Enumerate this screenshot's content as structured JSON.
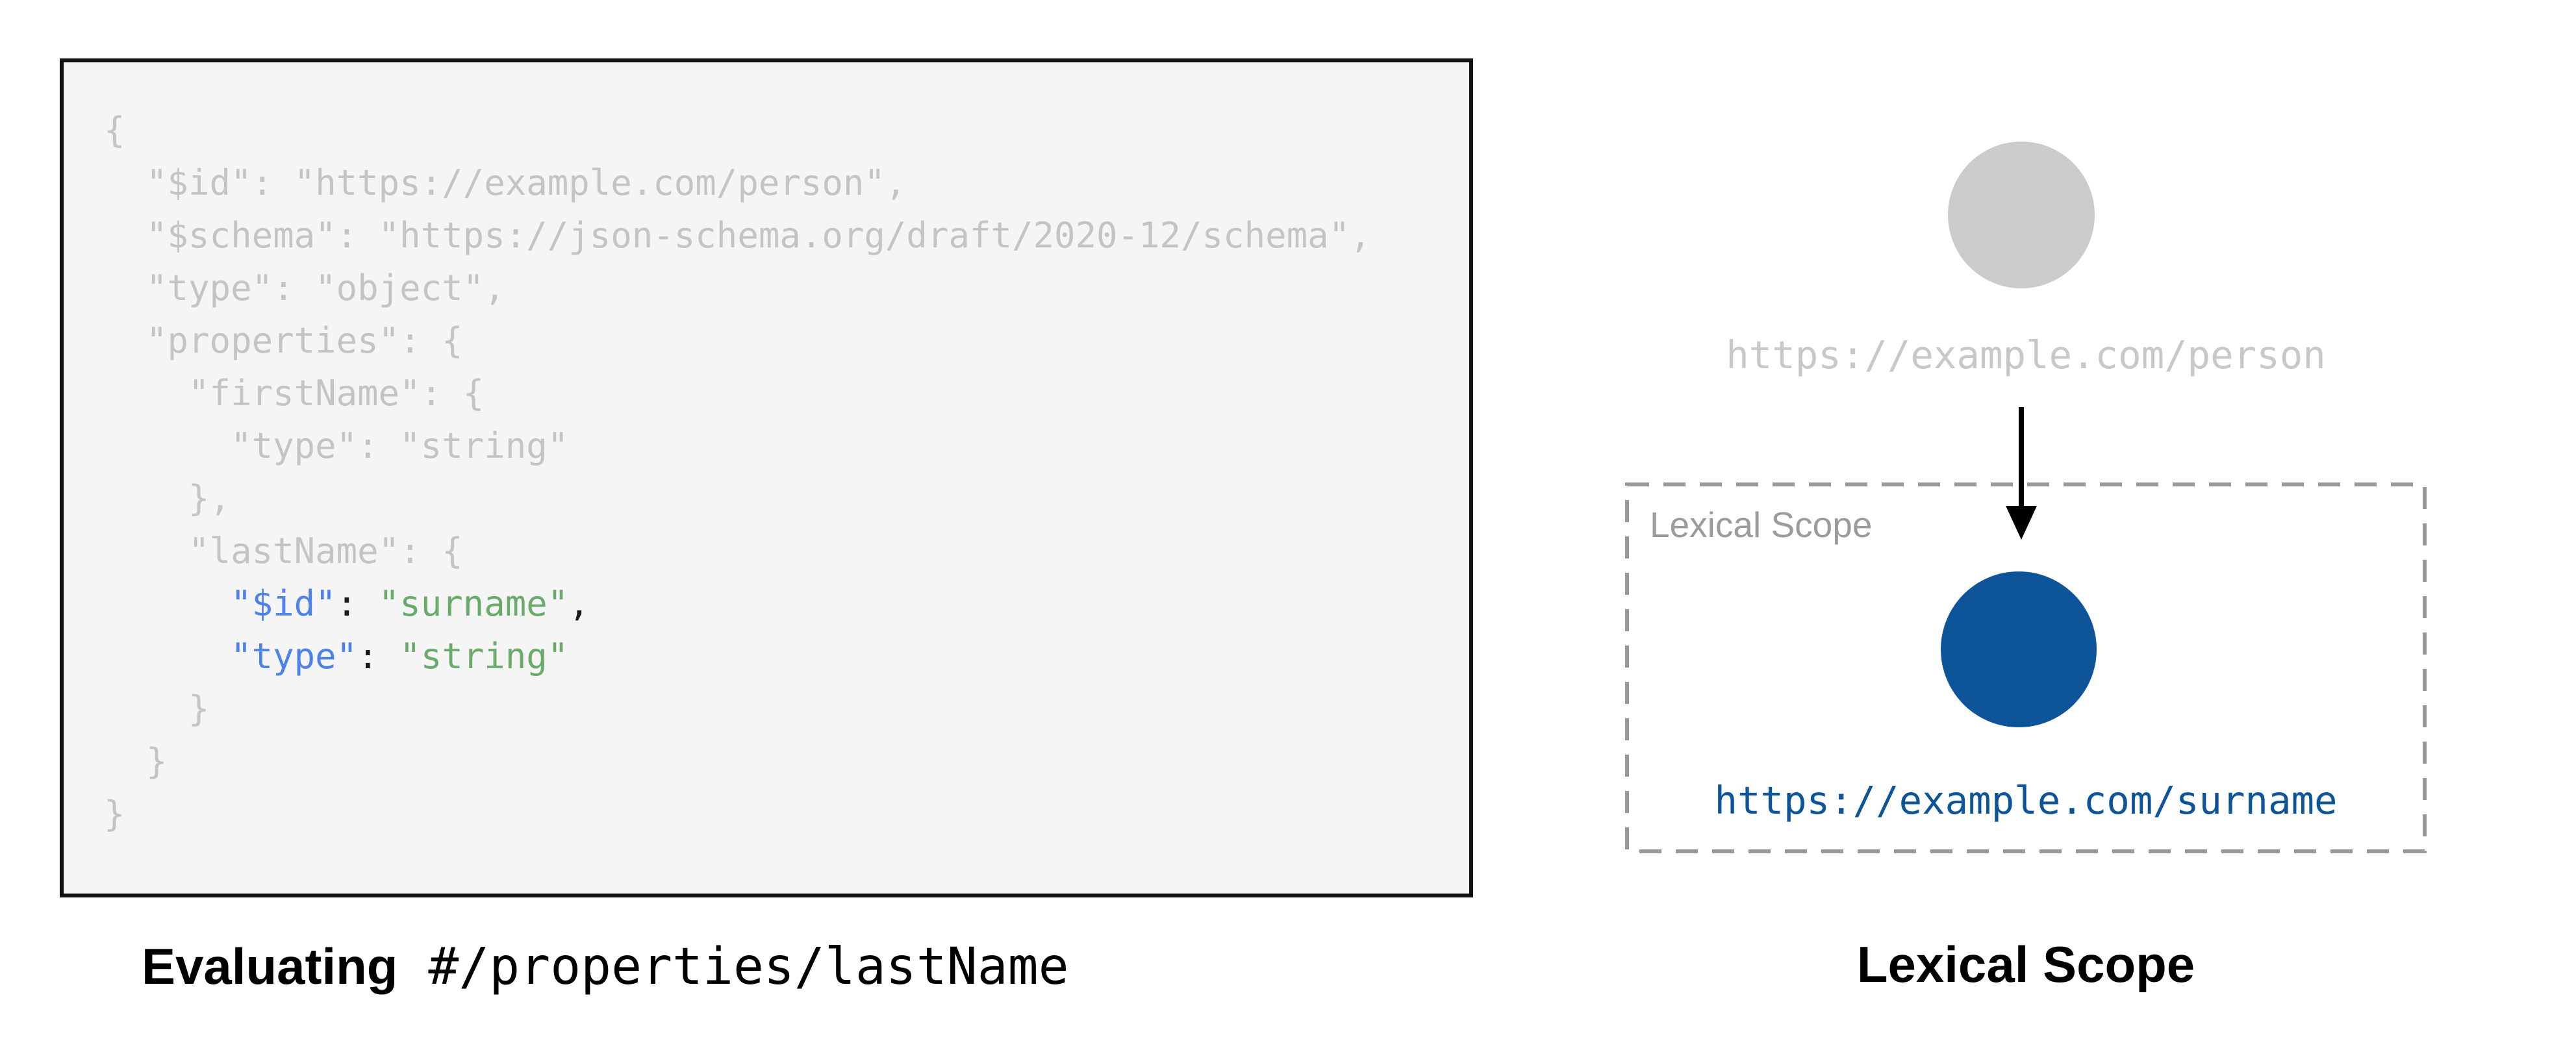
{
  "left": {
    "caption_bold": "Evaluating",
    "caption_path": " #/properties/lastName",
    "code_lines": [
      [
        {
          "t": "{",
          "c": "muted"
        }
      ],
      [
        {
          "t": "  \"$id\": \"https://example.com/person\",",
          "c": "muted"
        }
      ],
      [
        {
          "t": "  \"$schema\": \"https://json-schema.org/draft/2020-12/schema\",",
          "c": "muted"
        }
      ],
      [
        {
          "t": "  \"type\": \"object\",",
          "c": "muted"
        }
      ],
      [
        {
          "t": "  \"properties\": {",
          "c": "muted"
        }
      ],
      [
        {
          "t": "    \"firstName\": {",
          "c": "muted"
        }
      ],
      [
        {
          "t": "      \"type\": \"string\"",
          "c": "muted"
        }
      ],
      [
        {
          "t": "    },",
          "c": "muted"
        }
      ],
      [
        {
          "t": "    \"lastName\": {",
          "c": "muted"
        }
      ],
      [
        {
          "t": "      ",
          "c": "muted"
        },
        {
          "t": "\"$id\"",
          "c": "key"
        },
        {
          "t": ": ",
          "c": "punct"
        },
        {
          "t": "\"surname\"",
          "c": "string"
        },
        {
          "t": ",",
          "c": "punct"
        }
      ],
      [
        {
          "t": "      ",
          "c": "muted"
        },
        {
          "t": "\"type\"",
          "c": "key"
        },
        {
          "t": ": ",
          "c": "punct"
        },
        {
          "t": "\"string\"",
          "c": "string"
        }
      ],
      [
        {
          "t": "    }",
          "c": "muted"
        }
      ],
      [
        {
          "t": "  }",
          "c": "muted"
        }
      ],
      [
        {
          "t": "}",
          "c": "muted"
        }
      ]
    ]
  },
  "right": {
    "parent_label": "https://example.com/person",
    "scope_box_label": "Lexical Scope",
    "child_label": "https://example.com/surname",
    "caption": "Lexical Scope"
  },
  "colors": {
    "code_background": "#f5f5f6",
    "code_border": "#111111",
    "muted_gray_text": "#c4c4c6",
    "key_blue": "#4d82e6",
    "string_green": "#6aab6c",
    "punct_black": "#1a1a1a",
    "parent_node_gray": "#cbcbcb",
    "parent_label_gray": "#c8c8c8",
    "scope_border_gray": "#999999",
    "scope_label_gray": "#9b9b9b",
    "child_node_blue": "#0d5499",
    "child_label_blue": "#0d5499",
    "arrow_black": "#000000"
  }
}
